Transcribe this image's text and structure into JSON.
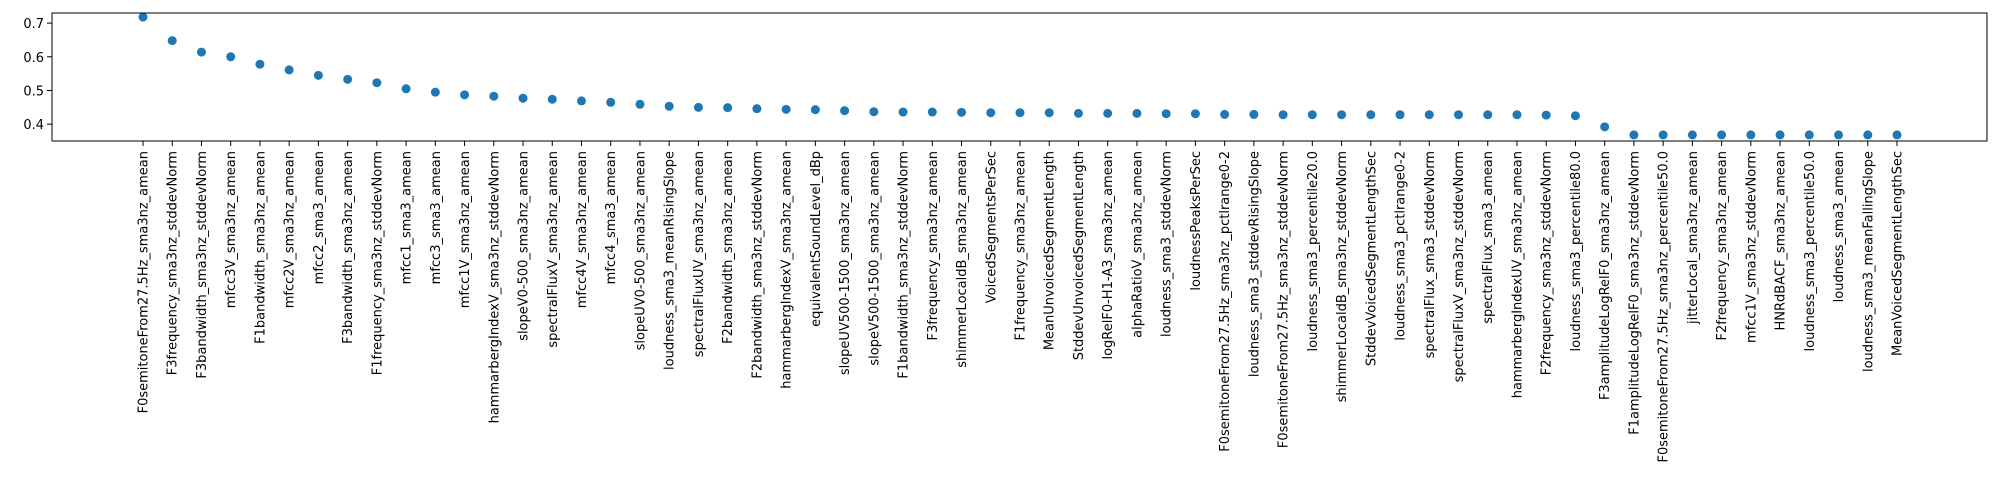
{
  "chart_data": {
    "type": "scatter",
    "title": "",
    "xlabel": "",
    "ylabel": "",
    "ylim": [
      0.35,
      0.73
    ],
    "yticks": [
      0.4,
      0.5,
      0.6,
      0.7
    ],
    "grid": false,
    "marker_color": "#1f77b4",
    "categories": [
      "F0semitoneFrom27.5Hz_sma3nz_amean",
      "F3frequency_sma3nz_stddevNorm",
      "F3bandwidth_sma3nz_stddevNorm",
      "mfcc3V_sma3nz_amean",
      "F1bandwidth_sma3nz_amean",
      "mfcc2V_sma3nz_amean",
      "mfcc2_sma3_amean",
      "F3bandwidth_sma3nz_amean",
      "F1frequency_sma3nz_stddevNorm",
      "mfcc1_sma3_amean",
      "mfcc3_sma3_amean",
      "mfcc1V_sma3nz_amean",
      "hammarbergIndexV_sma3nz_stddevNorm",
      "slopeV0-500_sma3nz_amean",
      "spectralFluxV_sma3nz_amean",
      "mfcc4V_sma3nz_amean",
      "mfcc4_sma3_amean",
      "slopeUV0-500_sma3nz_amean",
      "loudness_sma3_meanRisingSlope",
      "spectralFluxUV_sma3nz_amean",
      "F2bandwidth_sma3nz_amean",
      "F2bandwidth_sma3nz_stddevNorm",
      "hammarbergIndexV_sma3nz_amean",
      "equivalentSoundLevel_dBp",
      "slopeUV500-1500_sma3nz_amean",
      "slopeV500-1500_sma3nz_amean",
      "F1bandwidth_sma3nz_stddevNorm",
      "F3frequency_sma3nz_amean",
      "shimmerLocaldB_sma3nz_amean",
      "VoicedSegmentsPerSec",
      "F1frequency_sma3nz_amean",
      "MeanUnvoicedSegmentLength",
      "StddevUnvoicedSegmentLength",
      "logRelF0-H1-A3_sma3nz_amean",
      "alphaRatioV_sma3nz_amean",
      "loudness_sma3_stddevNorm",
      "loudnessPeaksPerSec",
      "F0semitoneFrom27.5Hz_sma3nz_pctlrange0-2",
      "loudness_sma3_stddevRisingSlope",
      "F0semitoneFrom27.5Hz_sma3nz_stddevNorm",
      "loudness_sma3_percentile20.0",
      "shimmerLocaldB_sma3nz_stddevNorm",
      "StddevVoicedSegmentLengthSec",
      "loudness_sma3_pctlrange0-2",
      "spectralFlux_sma3_stddevNorm",
      "spectralFluxV_sma3nz_stddevNorm",
      "spectralFlux_sma3_amean",
      "hammarbergIndexUV_sma3nz_amean",
      "F2frequency_sma3nz_stddevNorm",
      "loudness_sma3_percentile80.0",
      "F3amplitudeLogRelF0_sma3nz_amean",
      "F1amplitudeLogRelF0_sma3nz_stddevNorm",
      "F0semitoneFrom27.5Hz_sma3nz_percentile50.0",
      "jitterLocal_sma3nz_amean",
      "F2frequency_sma3nz_amean",
      "mfcc1V_sma3nz_stddevNorm",
      "HNRdBACF_sma3nz_amean",
      "loudness_sma3_percentile50.0",
      "loudness_sma3_amean",
      "loudness_sma3_meanFallingSlope",
      "MeanVoicedSegmentLengthSec"
    ],
    "values": [
      0.718,
      0.648,
      0.614,
      0.6,
      0.578,
      0.561,
      0.545,
      0.533,
      0.523,
      0.505,
      0.495,
      0.487,
      0.483,
      0.477,
      0.474,
      0.469,
      0.465,
      0.459,
      0.453,
      0.45,
      0.449,
      0.446,
      0.444,
      0.443,
      0.44,
      0.437,
      0.436,
      0.436,
      0.435,
      0.434,
      0.434,
      0.434,
      0.432,
      0.432,
      0.432,
      0.431,
      0.431,
      0.429,
      0.429,
      0.428,
      0.428,
      0.428,
      0.428,
      0.428,
      0.428,
      0.428,
      0.428,
      0.428,
      0.427,
      0.425,
      0.392,
      0.368,
      0.368,
      0.368,
      0.368,
      0.368,
      0.368,
      0.368,
      0.368,
      0.368,
      0.368
    ]
  }
}
